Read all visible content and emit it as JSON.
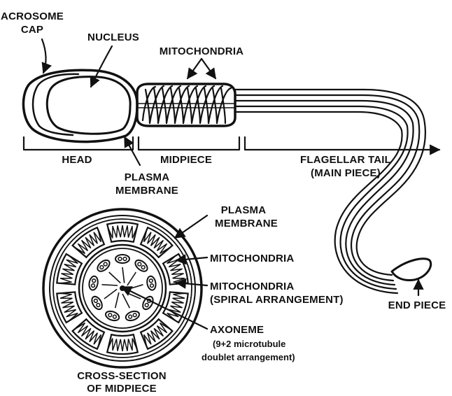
{
  "labels": {
    "acrosome_cap": [
      "ACROSOME",
      "CAP"
    ],
    "nucleus": "NUCLEUS",
    "mitochondria_top": "MITOCHONDRIA",
    "head": "HEAD",
    "midpiece": "MIDPIECE",
    "flagellar_tail": [
      "FLAGELLAR TAIL",
      "(MAIN PIECE)"
    ],
    "plasma_membrane_top": [
      "PLASMA",
      "MEMBRANE"
    ],
    "plasma_membrane_cs": [
      "PLASMA",
      "MEMBRANE"
    ],
    "mitochondria_cs": "MITOCHONDRIA",
    "mitochondria_spiral": [
      "MITOCHONDRIA",
      "(SPIRAL ARRANGEMENT)"
    ],
    "axoneme": [
      "AXONEME",
      "(9+2 microtubule",
      "doublet arrangement)"
    ],
    "end_piece": "END PIECE",
    "cross_section": [
      "CROSS-SECTION",
      "OF MIDPIECE"
    ]
  },
  "colors": {
    "ink": "#111111",
    "background": "#ffffff",
    "midpiece_fill": "#d9d9d9"
  }
}
